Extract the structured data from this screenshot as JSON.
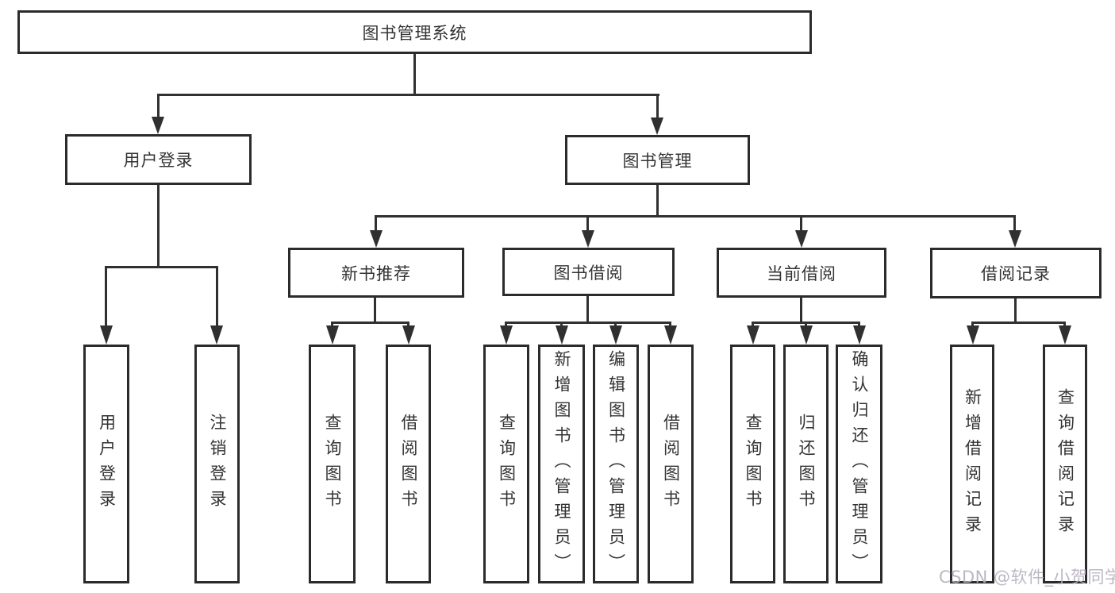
{
  "tree": {
    "label": "图书管理系统",
    "children": [
      {
        "label": "用户登录",
        "children": [
          {
            "label": "用户登录"
          },
          {
            "label": "注销登录"
          }
        ]
      },
      {
        "label": "图书管理",
        "children": [
          {
            "label": "新书推荐",
            "children": [
              {
                "label": "查询图书"
              },
              {
                "label": "借阅图书"
              }
            ]
          },
          {
            "label": "图书借阅",
            "children": [
              {
                "label": "查询图书"
              },
              {
                "label": "新增图书（管理员）"
              },
              {
                "label": "编辑图书（管理员）"
              },
              {
                "label": "借阅图书"
              }
            ]
          },
          {
            "label": "当前借阅",
            "children": [
              {
                "label": "查询图书"
              },
              {
                "label": "归还图书"
              },
              {
                "label": "确认归还（管理员）"
              }
            ]
          },
          {
            "label": "借阅记录",
            "children": [
              {
                "label": "新增借阅记录"
              },
              {
                "label": "查询借阅记录"
              }
            ]
          }
        ]
      }
    ]
  },
  "watermark": {
    "text": "CSDN @软件_小贺同学"
  },
  "colors": {
    "line": "#303030",
    "box_border": "#2b2b2b",
    "box_background": "#ffffff",
    "text": "#333333",
    "watermark": "#b6b0bf",
    "background": "#ffffff"
  }
}
